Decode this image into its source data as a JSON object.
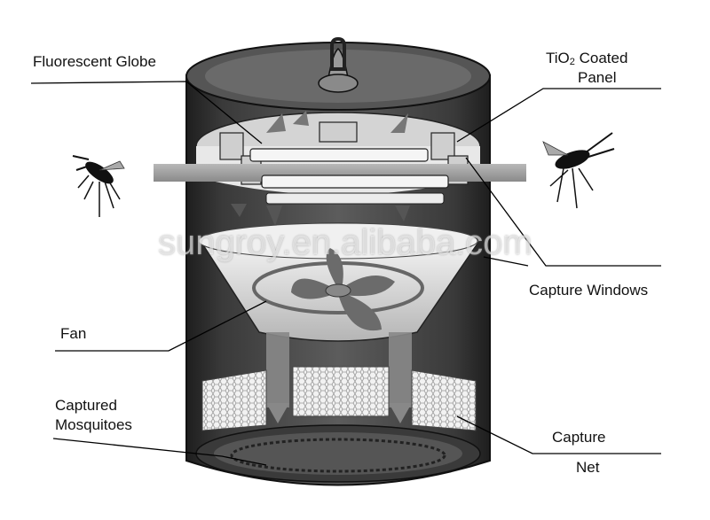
{
  "labels": {
    "fluorescent_globe": "Fluorescent Globe",
    "tio2_line1_prefix": "TiO",
    "tio2_line1_subscript": "2",
    "tio2_line1_suffix": " Coated",
    "tio2_line2": "Panel",
    "capture_windows": "Capture Windows",
    "fan": "Fan",
    "captured_line1": "Captured",
    "captured_line2": "Mosquitoes",
    "capture_net_line1": "Capture",
    "capture_net_line2": "Net"
  },
  "watermark": "sungroy.en.alibaba.com",
  "colors": {
    "body_dark": "#2b2b2b",
    "body_mid": "#6e6e6e",
    "light_gray": "#d9d9d9",
    "bar_gray": "#9a9a9a",
    "line": "#000000"
  },
  "icons": [
    "mosquito-left-icon",
    "mosquito-right-icon",
    "fan-icon",
    "hanging-hook-icon"
  ]
}
